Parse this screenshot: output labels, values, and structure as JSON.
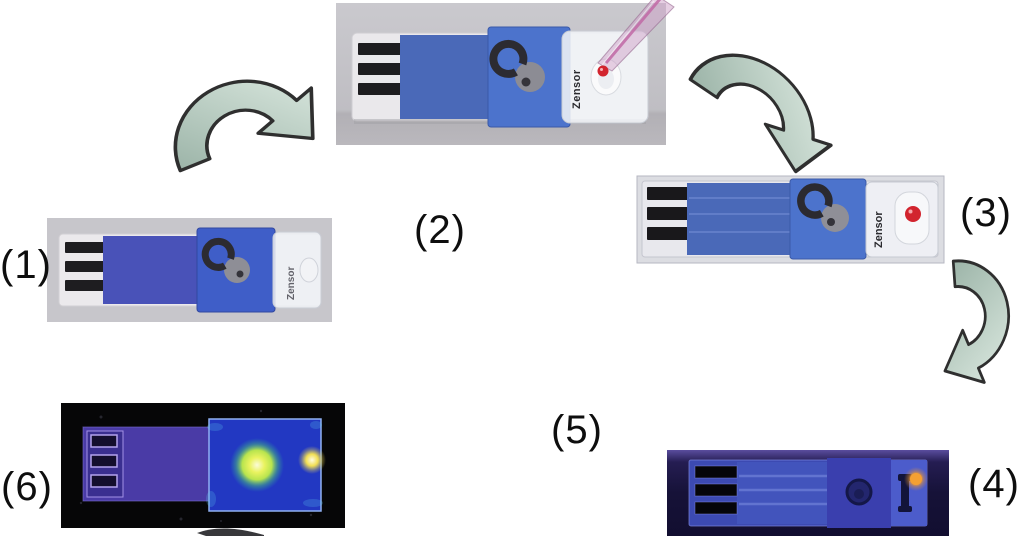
{
  "figure": {
    "labels": {
      "step1": "(1)",
      "step2": "(2)",
      "step3": "(3)",
      "step4": "(4)",
      "step5": "(5)",
      "step6": "(6)"
    },
    "device_brand_text": "Zensor",
    "colors": {
      "arrow_fill_tail": "#9cb4a8",
      "arrow_fill_head": "#d9e7de",
      "arrow_outline": "#2f2f2f",
      "strip_blue": "#4a69b8",
      "strip_indigo": "#4952b8",
      "chip_blue": "#4c73cc",
      "sample_red": "#d2242e",
      "pipette_pink": "#c168a6",
      "uv_orange": "#f29a2e",
      "uv_yellow_green": "#e9f35f",
      "uv_yellow": "#f2df55",
      "uv_panel_blue": "#2238c2",
      "uv_strip_purple": "#4a3ba6",
      "photo1_bg": "#c7c6cb",
      "photo2_bg": "#c3c2c7",
      "photo3_bg": "#dcdde2",
      "uv_bg_dark": "#0b0920"
    }
  }
}
